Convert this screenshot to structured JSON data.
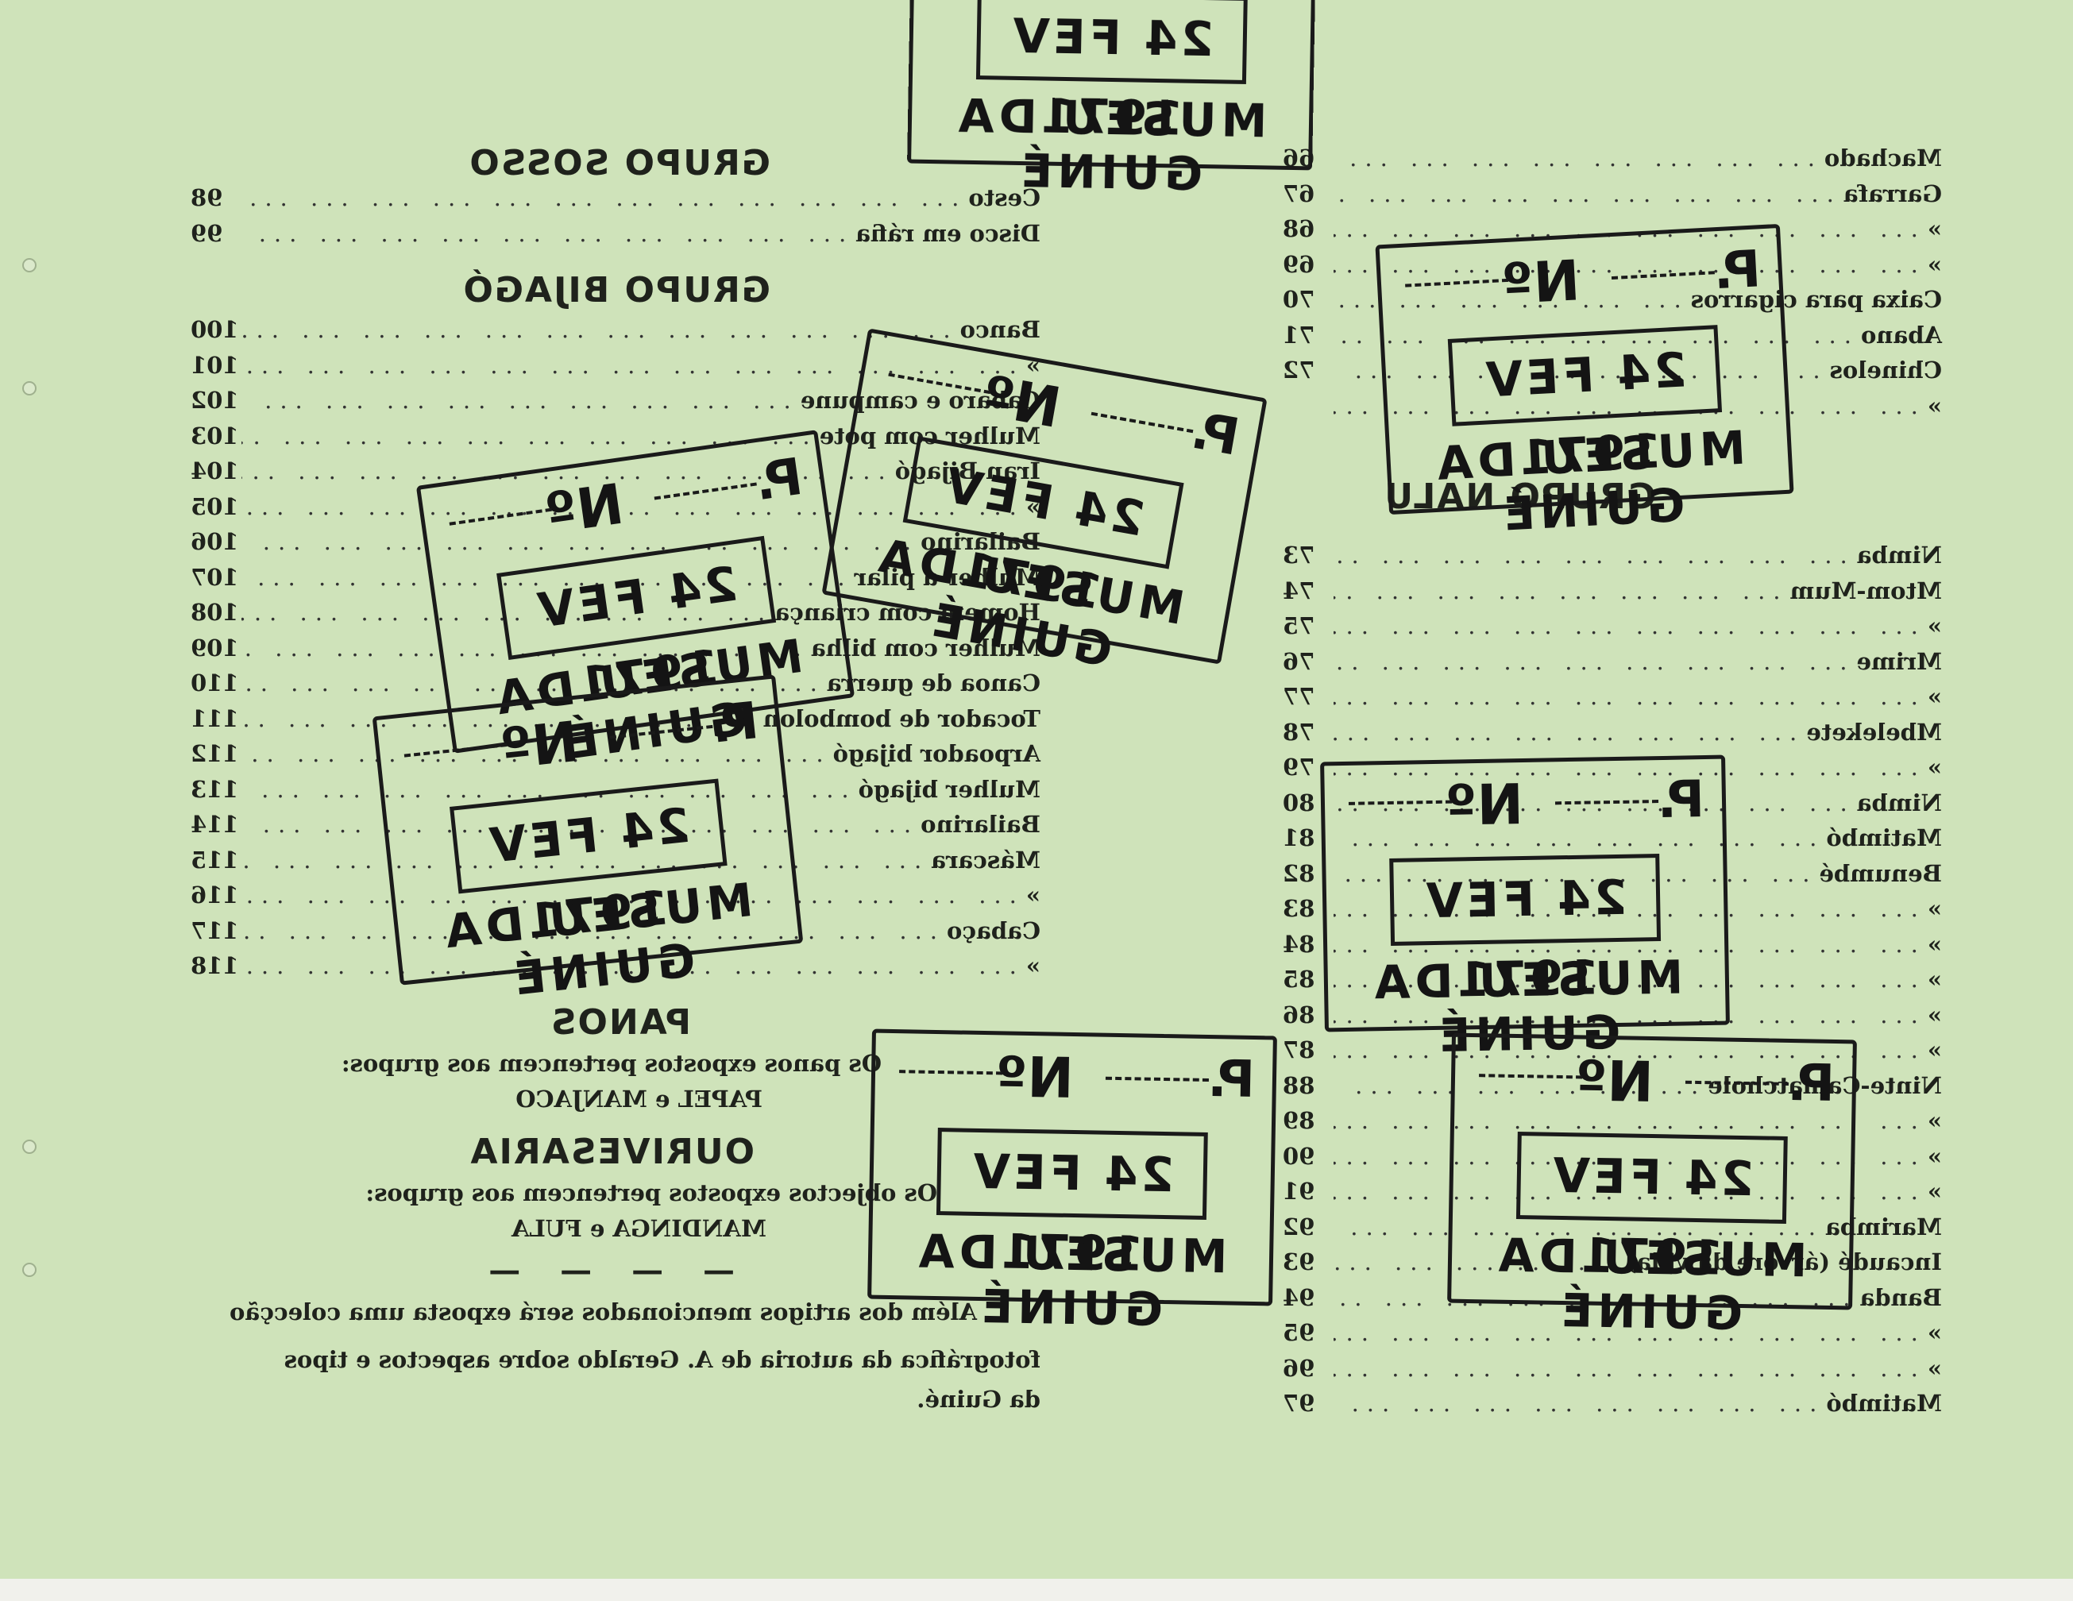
{
  "right_column": {
    "items": [
      {
        "label": "Machado",
        "num": "66"
      },
      {
        "label": "Garrafa",
        "num": "67"
      },
      {
        "label": "»",
        "num": "68"
      },
      {
        "label": "»",
        "num": "69"
      },
      {
        "label": "Caixa para cigarros",
        "num": "70"
      },
      {
        "label": "Abano",
        "num": "71"
      },
      {
        "label": "Chinelos",
        "num": "72"
      },
      {
        "label": "»",
        "num": ""
      }
    ],
    "heading_nalu": "GRUPO NALU",
    "nalu_items": [
      {
        "label": "Nimba",
        "num": "73"
      },
      {
        "label": "Mtom-Mum",
        "num": "74"
      },
      {
        "label": "»",
        "num": "75"
      },
      {
        "label": "Mrime",
        "num": "76"
      },
      {
        "label": "»",
        "num": "77"
      },
      {
        "label": "Mbelekete",
        "num": "78"
      },
      {
        "label": "»",
        "num": "79"
      },
      {
        "label": "Nimba",
        "num": "80"
      },
      {
        "label": "Matimbó",
        "num": "81"
      },
      {
        "label": "Benumbé",
        "num": "82"
      },
      {
        "label": "»",
        "num": "83"
      },
      {
        "label": "»",
        "num": "84"
      },
      {
        "label": "»",
        "num": "85"
      },
      {
        "label": "»",
        "num": "86"
      },
      {
        "label": "»",
        "num": "87"
      },
      {
        "label": "Ninte-Camatchole",
        "num": "88"
      },
      {
        "label": "»",
        "num": "89"
      },
      {
        "label": "»",
        "num": "90"
      },
      {
        "label": "»",
        "num": "91"
      },
      {
        "label": "Marimba",
        "num": "92"
      },
      {
        "label": "Incaudé (árvore da vida)",
        "num": "93"
      },
      {
        "label": "Banda",
        "num": "94"
      },
      {
        "label": "»",
        "num": "95"
      },
      {
        "label": "»",
        "num": "96"
      },
      {
        "label": "Matimbó",
        "num": "97"
      }
    ]
  },
  "left_column": {
    "heading_sosso": "GRUPO SOSSO",
    "sosso_items": [
      {
        "label": "Cesto",
        "num": "98"
      },
      {
        "label": "Disco em ráfia",
        "num": "99"
      }
    ],
    "heading_bijago": "GRUPO BIJAGÓ",
    "bijago_items": [
      {
        "label": "Banco",
        "num": "100"
      },
      {
        "label": "»",
        "num": "101"
      },
      {
        "label": "Cabaro e campune",
        "num": "102"
      },
      {
        "label": "Mulher com pote",
        "num": "103"
      },
      {
        "label": "Iran Bijagó",
        "num": "104"
      },
      {
        "label": "»",
        "num": "105"
      },
      {
        "label": "Bailarino",
        "num": "106"
      },
      {
        "label": "Mulher a pilar",
        "num": "107"
      },
      {
        "label": "Homem com criança",
        "num": "108"
      },
      {
        "label": "Mulher com bilha",
        "num": "109"
      },
      {
        "label": "Canoa de guerra",
        "num": "110"
      },
      {
        "label": "Tocador de bombolon",
        "num": "111"
      },
      {
        "label": "Arpoador bijagó",
        "num": "112"
      },
      {
        "label": "Mulher bijagó",
        "num": "113"
      },
      {
        "label": "Bailarino",
        "num": "114"
      },
      {
        "label": "Máscara",
        "num": "115"
      },
      {
        "label": "»",
        "num": "116"
      },
      {
        "label": "Cabaço",
        "num": "117"
      },
      {
        "label": "»",
        "num": "118"
      }
    ],
    "heading_panos": "PANOS",
    "panos_text_1": "Os panos expostos pertencem aos grupos:",
    "panos_text_2": "PAPEL e MANJACO",
    "heading_ourivesaria": "OURIVESARIA",
    "ouriv_text_1": "Os objectos expostos pertencem aos grupos:",
    "ouriv_text_2": "MANDINGA e FULA",
    "dashes": "— — — —",
    "closing_1": "Além dos artigos mencionados será exposta uma colecção",
    "closing_2": "fotográfica da autoria de A. Geraldo sobre aspectos e tipos",
    "closing_3": "da Guiné."
  },
  "stamp": {
    "p_label": "P.",
    "no_label": "Nº",
    "date": "24 FEV 1971",
    "museum": "MUSEU DA GUINÉ"
  }
}
